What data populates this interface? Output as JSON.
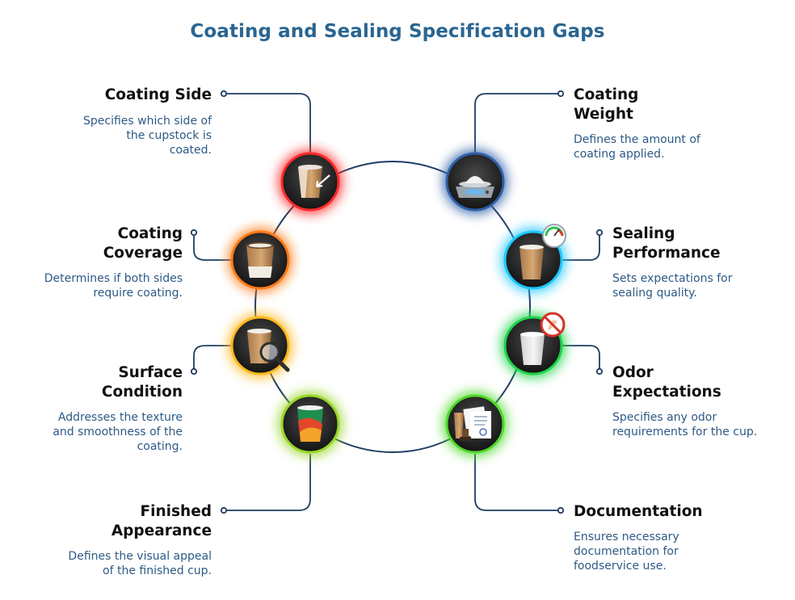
{
  "title": "Coating and Sealing Specification Gaps",
  "items": [
    {
      "key": "coating-side",
      "heading": "Coating Side",
      "description": "Specifies which side of the cupstock is coated.",
      "glow": "#ff2a2a",
      "icon": "cup-with-arrow-icon"
    },
    {
      "key": "coating-weight",
      "heading": "Coating Weight",
      "description": "Defines the amount of coating applied.",
      "glow": "#2e5fa8",
      "icon": "scale-icon"
    },
    {
      "key": "sealing-performance",
      "heading": "Sealing Performance",
      "description": "Sets expectations for sealing quality.",
      "glow": "#1ec8ff",
      "icon": "cup-with-gauge-icon"
    },
    {
      "key": "odor-expectations",
      "heading": "Odor Expectations",
      "description": "Specifies any odor requirements for the cup.",
      "glow": "#1fd44a",
      "icon": "no-odor-icon"
    },
    {
      "key": "documentation",
      "heading": "Documentation",
      "description": "Ensures necessary documentation for foodservice use.",
      "glow": "#4fd82a",
      "icon": "documents-stamp-icon"
    },
    {
      "key": "finished-appearance",
      "heading": "Finished Appearance",
      "description": "Defines the visual appeal of the finished cup.",
      "glow": "#9ad62a",
      "icon": "printed-cup-icon"
    },
    {
      "key": "surface-condition",
      "heading": "Surface Condition",
      "description": "Addresses the texture and smoothness of the coating.",
      "glow": "#ffb81c",
      "icon": "magnifier-cup-icon"
    },
    {
      "key": "coating-coverage",
      "heading": "Coating Coverage",
      "description": "Determines if both sides require coating.",
      "glow": "#ff7a18",
      "icon": "cup-coverage-icon"
    }
  ]
}
